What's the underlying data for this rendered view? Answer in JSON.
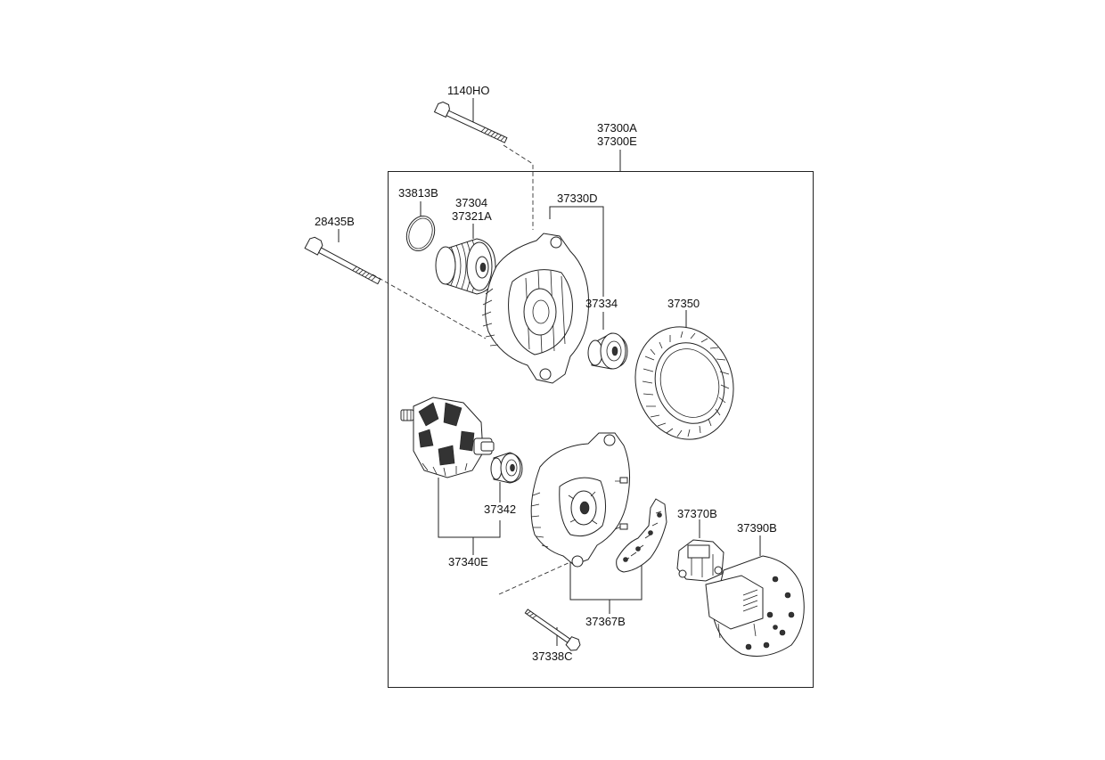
{
  "labels": {
    "bolt_top": "1140HO",
    "assembly_a": "37300A",
    "assembly_e": "37300E",
    "bolt_left": "28435B",
    "o_ring": "33813B",
    "pulley_a": "37304",
    "pulley_b": "37321A",
    "front_bracket": "37330D",
    "front_bearing": "37334",
    "stator": "37350",
    "rear_bearing": "37342",
    "rotor": "37340E",
    "regulator": "37370B",
    "rear_cover": "37390B",
    "rectifier": "37367B",
    "through_bolt": "37338C"
  }
}
